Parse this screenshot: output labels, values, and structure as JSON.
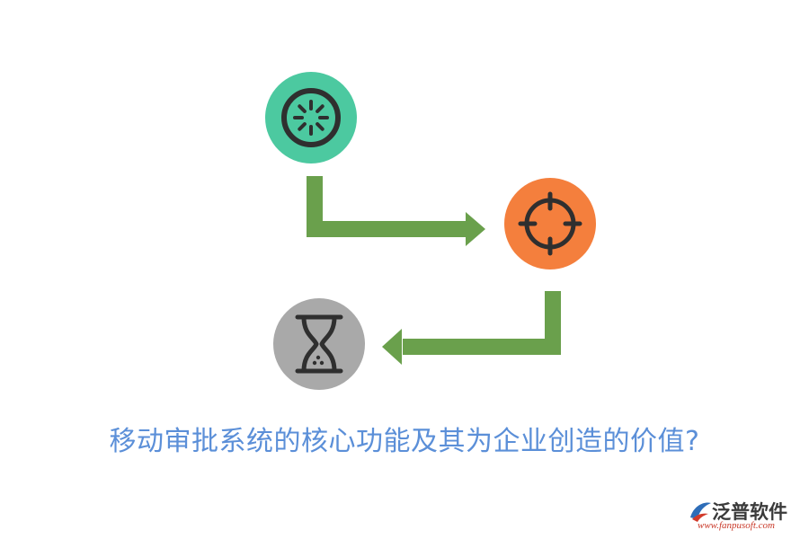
{
  "title": "移动审批系统的核心功能及其为企业创造的价值?",
  "nodes": [
    {
      "id": "start",
      "icon": "loading-spinner-icon",
      "color": "#4cc9a0"
    },
    {
      "id": "target",
      "icon": "crosshair-icon",
      "color": "#f47f3d"
    },
    {
      "id": "end",
      "icon": "hourglass-icon",
      "color": "#a9a9a9"
    }
  ],
  "connectors": {
    "color": "#6aa04c"
  },
  "logo": {
    "name": "泛普软件",
    "url": "www.fanpusoft.com"
  }
}
